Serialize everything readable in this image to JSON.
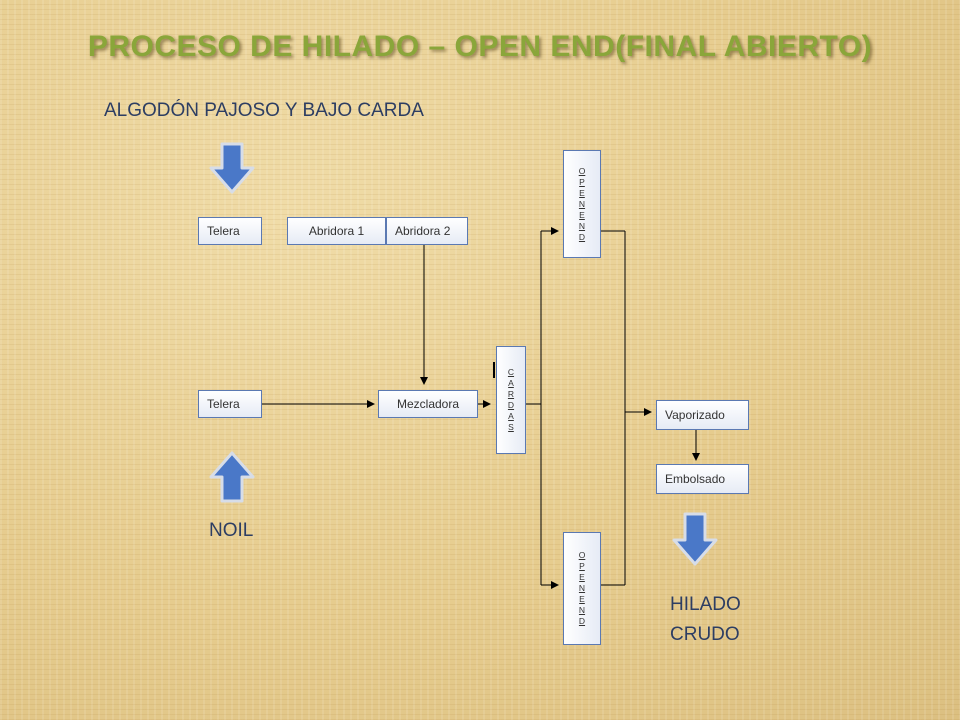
{
  "slide": {
    "title": "PROCESO DE HILADO – OPEN END(FINAL ABIERTO)",
    "input_label": "ALGODÓN PAJOSO Y BAJO CARDA",
    "noil_label": "NOIL",
    "output_label_line1": "HILADO",
    "output_label_line2": "CRUDO"
  },
  "nodes": {
    "telera_top": "Telera",
    "abridora_1": "Abridora 1",
    "abridora_2": "Abridora 2",
    "telera_bottom": "Telera",
    "mezcladora": "Mezcladora",
    "cardas_letters": [
      "C",
      "A",
      "R",
      "D",
      "A",
      "S"
    ],
    "open_end_top_letters": [
      "O",
      "P",
      "E",
      "N",
      "E",
      "N",
      "D"
    ],
    "open_end_bottom_letters": [
      "O",
      "P",
      "E",
      "N",
      "E",
      "N",
      "D"
    ],
    "vaporizado": "Vaporizado",
    "embolsado": "Embolsado"
  },
  "colors": {
    "title": "#8aa63a",
    "arrow_fill": "#4a78c8",
    "box_border": "#5b79b2",
    "text": "#2d3e63"
  },
  "icons": [
    "arrow-down-icon",
    "arrow-up-icon",
    "arrow-down-icon"
  ]
}
